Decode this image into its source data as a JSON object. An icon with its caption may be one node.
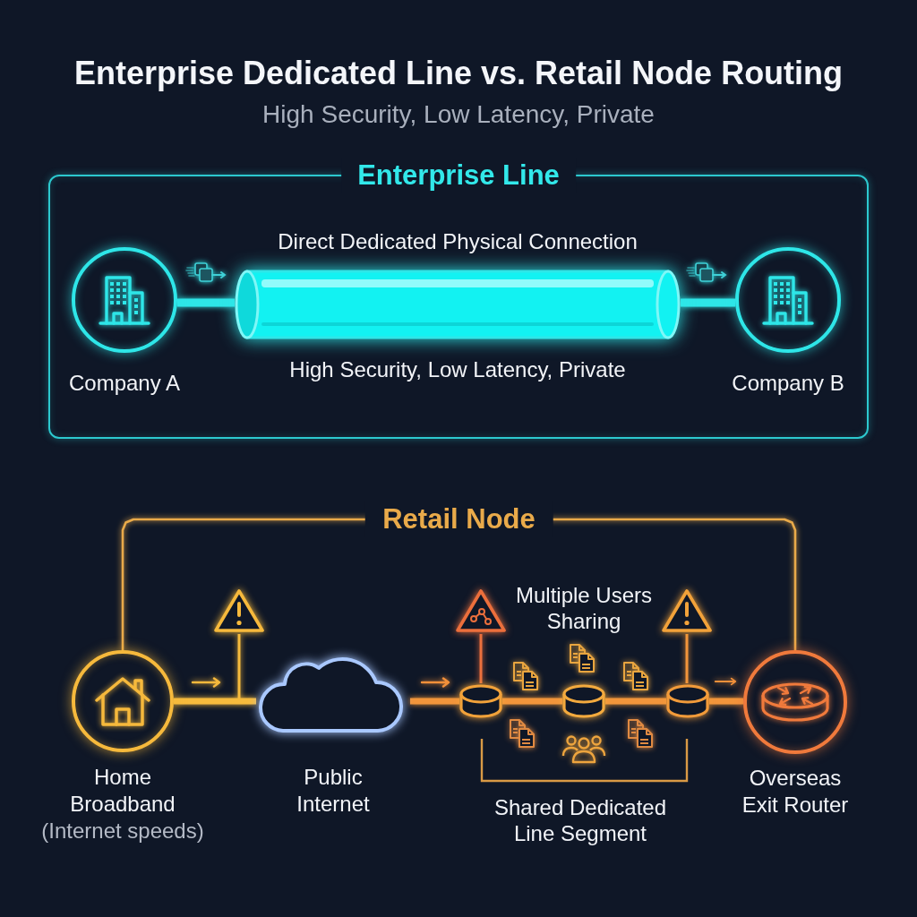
{
  "diagram": {
    "title": "Enterprise Dedicated Line vs. Retail Node Routing",
    "nodes": [
      {
        "text": [
          "Enterprise Line"
        ]
      },
      {
        "text": [
          "Company A"
        ],
        "in": 0
      },
      {
        "text": [],
        "shape": "cylinder",
        "in": 0,
        "beside": [
          "Direct Dedicated Physical Connection",
          "High Security, Low Latency, Private"
        ]
      },
      {
        "text": [
          "Company B"
        ],
        "in": 0
      },
      {
        "text": [
          "Home Broadband",
          "(Internet speeds)"
        ]
      },
      {
        "text": [
          "Public Internet"
        ]
      },
      {
        "text": [],
        "shape": "cylinder"
      },
      {
        "text": [],
        "shape": "cylinder"
      },
      {
        "text": [],
        "shape": "cylinder"
      },
      {
        "text": [
          "Overseas Exit Router"
        ]
      },
      {
        "text": [],
        "shape": "triangle"
      },
      {
        "text": [],
        "shape": "triangle"
      },
      {
        "text": [],
        "shape": "triangle"
      }
    ],
    "edges": [
      {
        "from": 1,
        "to": 2,
        "arrow": "none",
        "color": "#2ee6e8"
      },
      {
        "from": 2,
        "to": 3,
        "arrow": "none",
        "color": "#2ee6e8"
      },
      {
        "from": 4,
        "to": 5,
        "arrow": "none",
        "color": "#f6bb3c"
      },
      {
        "from": 5,
        "to": 6,
        "arrow": "none"
      },
      {
        "from": 6,
        "to": 7,
        "arrow": "none"
      },
      {
        "from": 7,
        "to": 8,
        "arrow": "none"
      },
      {
        "from": 8,
        "to": 9,
        "arrow": "none"
      },
      {
        "from": 10,
        "to": null,
        "arrow": "none",
        "color": "#f6bb3c"
      },
      {
        "from": 11,
        "to": 6,
        "arrow": "none",
        "color": "#ec6f3c"
      },
      {
        "from": 12,
        "to": 8,
        "arrow": "none"
      },
      {
        "from": 4,
        "to": 9,
        "arrow": "none",
        "label": "Retail Node",
        "color": "#e9aa4a"
      }
    ],
    "labels": [
      "High Security, Low Latency, Private",
      "Multiple Users Sharing",
      "Shared Dedicated Line Segment"
    ]
  }
}
